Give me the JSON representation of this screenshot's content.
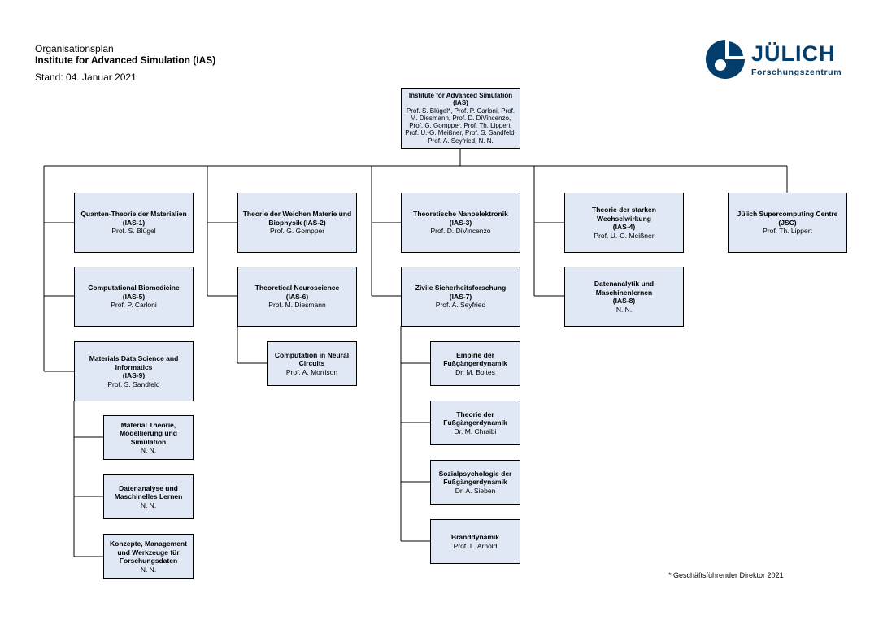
{
  "header": {
    "line1": "Organisationsplan",
    "line2": "Institute for Advanced Simulation (IAS)",
    "line3": "Stand: 04. Januar 2021"
  },
  "logo": {
    "word": "JÜLICH",
    "subtitle": "Forschungszentrum",
    "color": "#023d6b",
    "icon": "juelich-logo-icon"
  },
  "top": {
    "title": "Institute for Advanced Simulation (IAS)",
    "people": "Prof. S. Blügel*, Prof. P. Carloni, Prof. M. Diesmann, Prof. D. DiVincenzo, Prof. G. Gompper, Prof. Th. Lippert, Prof. U.-G. Meißner, Prof. S. Sandfeld, Prof. A. Seyfried, N. N."
  },
  "units": {
    "ias1": {
      "title": "Quanten-Theorie der Materialien",
      "code": "(IAS-1)",
      "head": "Prof. S. Blügel"
    },
    "ias5": {
      "title": "Computational Biomedicine",
      "code": "(IAS-5)",
      "head": "Prof. P. Carloni"
    },
    "ias9": {
      "title": "Materials Data Science and Informatics",
      "code": "(IAS-9)",
      "head": "Prof. S. Sandfeld"
    },
    "ias9a": {
      "title": "Material Theorie, Modellierung und Simulation",
      "head": "N. N."
    },
    "ias9b": {
      "title": "Datenanalyse und Maschinelles Lernen",
      "head": "N. N."
    },
    "ias9c": {
      "title": "Konzepte, Management und Werkzeuge für Forschungsdaten",
      "head": "N. N."
    },
    "ias2": {
      "title": "Theorie der Weichen Materie und Biophysik (IAS-2)",
      "head": "Prof. G. Gompper"
    },
    "ias6": {
      "title": "Theoretical Neuroscience",
      "code": "(IAS-6)",
      "head": "Prof. M. Diesmann"
    },
    "ias6a": {
      "title": "Computation in Neural Circuits",
      "head": "Prof. A. Morrison"
    },
    "ias3": {
      "title": "Theoretische Nanoelektronik",
      "code": "(IAS-3)",
      "head": "Prof. D. DiVincenzo"
    },
    "ias7": {
      "title": "Zivile Sicherheitsforschung",
      "code": "(IAS-7)",
      "head": "Prof. A. Seyfried"
    },
    "ias7a": {
      "title": "Empirie der Fußgängerdynamik",
      "head": "Dr. M. Boltes"
    },
    "ias7b": {
      "title": "Theorie der Fußgängerdynamik",
      "head": "Dr. M. Chraibi"
    },
    "ias7c": {
      "title": "Sozialpsychologie der Fußgängerdynamik",
      "head": "Dr. A. Sieben"
    },
    "ias7d": {
      "title": "Branddynamik",
      "head": "Prof. L. Arnold"
    },
    "ias4": {
      "title": "Theorie der starken Wechselwirkung",
      "code": "(IAS-4)",
      "head": "Prof. U.-G. Meißner"
    },
    "ias8": {
      "title": "Datenanalytik und Maschinenlernen",
      "code": "(IAS-8)",
      "head": "N. N."
    },
    "jsc": {
      "title": "Jülich Supercomputing Centre",
      "code": "(JSC)",
      "head": "Prof. Th. Lippert"
    }
  },
  "footnote": "* Geschäftsführender Direktor 2021",
  "colors": {
    "box_fill": "#dfe8f4",
    "line": "#000000",
    "brand": "#023d6b"
  }
}
